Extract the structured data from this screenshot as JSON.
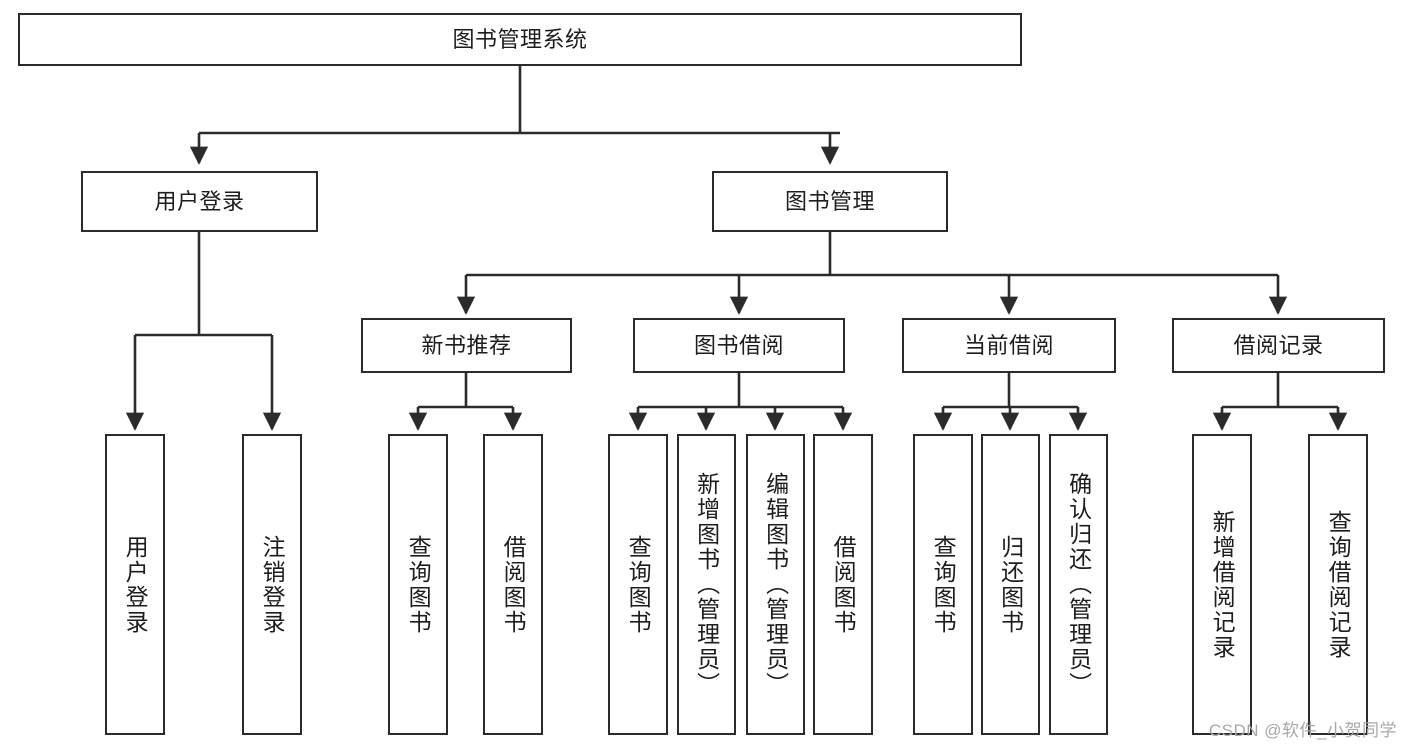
{
  "diagram": {
    "type": "tree-hierarchy",
    "title": "图书管理系统",
    "watermark": "CSDN @软件_小贺同学",
    "colors": {
      "stroke": "#2b2b2b",
      "fill": "#ffffff",
      "text": "#1d1d1d",
      "watermark": "#a8a8a8"
    },
    "nodes": {
      "root": {
        "label": "图书管理系统"
      },
      "level2": [
        {
          "id": "user-login",
          "label": "用户登录"
        },
        {
          "id": "book-management",
          "label": "图书管理"
        }
      ],
      "level3": [
        {
          "id": "new-book-recommend",
          "label": "新书推荐"
        },
        {
          "id": "book-borrow",
          "label": "图书借阅"
        },
        {
          "id": "current-borrow",
          "label": "当前借阅"
        },
        {
          "id": "borrow-record",
          "label": "借阅记录"
        }
      ],
      "leaves": {
        "user-login": [
          {
            "id": "leaf-user-login",
            "label": "用户登录"
          },
          {
            "id": "leaf-logout",
            "label": "注销登录"
          }
        ],
        "new-book-recommend": [
          {
            "id": "leaf-query-book-1",
            "label": "查询图书"
          },
          {
            "id": "leaf-borrow-book-1",
            "label": "借阅图书"
          }
        ],
        "book-borrow": [
          {
            "id": "leaf-query-book-2",
            "label": "查询图书"
          },
          {
            "id": "leaf-add-book",
            "label": "新增图书（管理员）"
          },
          {
            "id": "leaf-edit-book",
            "label": "编辑图书（管理员）"
          },
          {
            "id": "leaf-borrow-book-2",
            "label": "借阅图书"
          }
        ],
        "current-borrow": [
          {
            "id": "leaf-query-book-3",
            "label": "查询图书"
          },
          {
            "id": "leaf-return-book",
            "label": "归还图书"
          },
          {
            "id": "leaf-confirm-return",
            "label": "确认归还（管理员）"
          }
        ],
        "borrow-record": [
          {
            "id": "leaf-add-record",
            "label": "新增借阅记录"
          },
          {
            "id": "leaf-query-record",
            "label": "查询借阅记录"
          }
        ]
      }
    }
  }
}
